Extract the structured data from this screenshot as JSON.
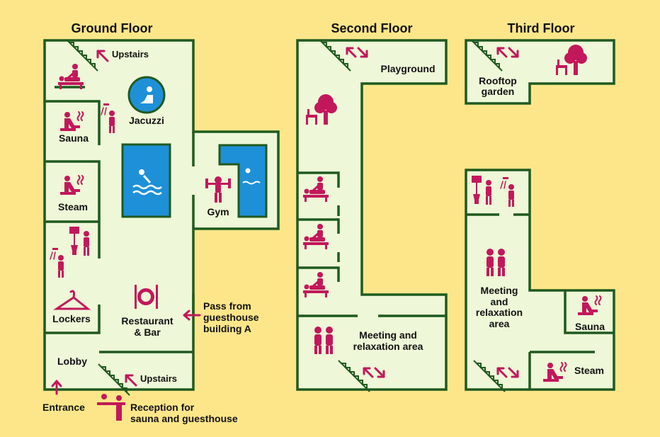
{
  "floors": {
    "ground": {
      "title": "Ground Floor",
      "rooms": {
        "upstairs_top": "Upstairs",
        "jacuzzi": "Jacuzzi",
        "sauna": "Sauna",
        "steam": "Steam",
        "gym": "Gym",
        "lockers": "Lockers",
        "restaurant_1": "Restaurant",
        "restaurant_2": "& Bar",
        "pass_1": "Pass from",
        "pass_2": "guesthouse",
        "pass_3": "building A",
        "lobby": "Lobby",
        "upstairs_bottom": "Upstairs",
        "entrance": "Entrance",
        "reception_1": "Reception for",
        "reception_2": "sauna and guesthouse"
      }
    },
    "second": {
      "title": "Second Floor",
      "rooms": {
        "playground": "Playground",
        "meeting_1": "Meeting and",
        "meeting_2": "relaxation area"
      }
    },
    "third": {
      "title": "Third Floor",
      "rooms": {
        "rooftop_1": "Rooftop",
        "rooftop_2": "garden",
        "meeting_1": "Meeting",
        "meeting_2": "and",
        "meeting_3": "relaxation",
        "meeting_4": "area",
        "sauna": "Sauna",
        "steam": "Steam"
      }
    }
  },
  "colors": {
    "background": "#fde68a",
    "floor": "#eef7d8",
    "wall": "#1f5a1f",
    "icon": "#c2185b",
    "pool": "#1e90d8"
  }
}
